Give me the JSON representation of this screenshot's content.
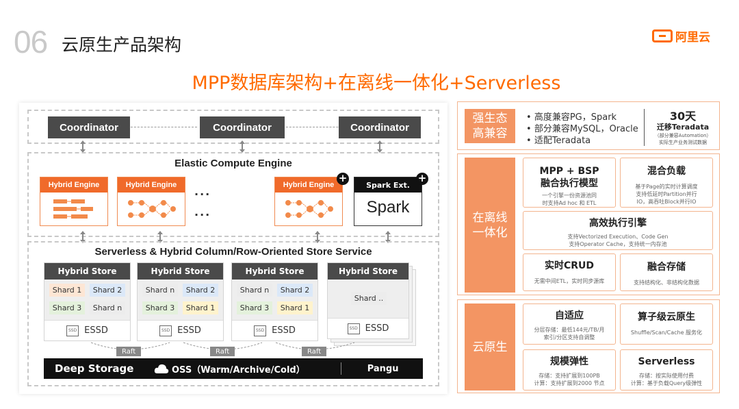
{
  "header": {
    "section_number": "06",
    "section_title": "云原生产品架构",
    "logo_text": "阿里云",
    "main_title": "MPP数据库架构+在离线一体化+Serverless"
  },
  "diagram": {
    "coordinators": [
      "Coordinator",
      "Coordinator",
      "Coordinator"
    ],
    "compute_title": "Elastic Compute Engine",
    "engines": [
      "Hybrid Engine",
      "Hybrid Engine",
      "Hybrid Engine"
    ],
    "ellipsis": "...",
    "spark_header": "Spark Ext.",
    "spark_body": "Spark",
    "plus_sign": "+",
    "store_title": "Serverless & Hybrid Column/Row-Oriented Store Service",
    "stores": [
      {
        "title": "Hybrid Store",
        "shards": [
          "Shard 1",
          "Shard 2",
          "Shard 3",
          "Shard n"
        ]
      },
      {
        "title": "Hybrid Store",
        "shards": [
          "Shard n",
          "Shard 2",
          "Shard 3",
          "Shard 1"
        ]
      },
      {
        "title": "Hybrid Store",
        "shards": [
          "Shard n",
          "Shard 2",
          "Shard 3",
          "Shard 1"
        ]
      },
      {
        "title": "Hybrid Store",
        "shards": [
          "Shard .."
        ]
      }
    ],
    "essd_label": "ESSD",
    "essd_icon_text": "SSD",
    "raft_label": "Raft",
    "deep_storage": "Deep Storage",
    "oss_label": "OSS（Warm/Archive/Cold）",
    "pangu_label": "Pangu"
  },
  "right": {
    "eco": {
      "label_line1": "强生态",
      "label_line2": "高兼容",
      "bullets": [
        "高度兼容PG，Spark",
        "部分兼容MySQL，Oracle",
        "适配Teradata"
      ],
      "days": "30天",
      "migrate": "迁移Teradata",
      "note1": "（部分兼容Automation）",
      "note2": "实际生产业务测试数据"
    },
    "hybrid": {
      "label_line1": "在离线",
      "label_line2": "一体化",
      "cards": [
        {
          "title1": "MPP + BSP",
          "title2": "融合执行模型",
          "sub1": "一个引擎一份资源池同",
          "sub2": "时支持Ad hoc 和 ETL"
        },
        {
          "title1": "混合负载",
          "sub1": "基于Page的实时计算调度",
          "sub2": "支持低延时Partition并行",
          "sub3": "IO，高吞吐Block并行IO"
        },
        {
          "title1": "高效执行引擎",
          "sub1": "支持Vectorized Execution、Code Gen",
          "sub2": "支持Operator Cache，支持统一内存池"
        },
        {
          "title1": "实时CRUD",
          "sub1": "无需中间ETL，实时同步源库"
        },
        {
          "title1": "融合存储",
          "sub1": "支持结构化、非结构化数据"
        }
      ]
    },
    "cloud": {
      "label": "云原生",
      "cards": [
        {
          "title1": "自适应",
          "sub1": "分层存储：最低144元/TB/月",
          "sub2": "索引/分区支持自调整"
        },
        {
          "title1": "算子级云原生",
          "sub1": "Shuffle/Scan/Cache 服务化"
        },
        {
          "title1": "规模弹性",
          "sub1": "存储：支持扩展到100PB",
          "sub2": "计算：支持扩展到2000 节点"
        },
        {
          "title1": "Serverless",
          "sub1": "存储：按实际使用付费",
          "sub2": "计算：基于负载Query级弹性"
        }
      ]
    }
  }
}
